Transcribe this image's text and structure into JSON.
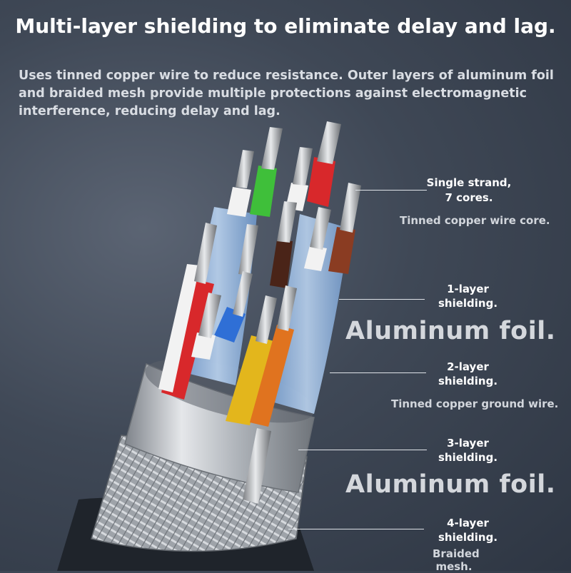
{
  "title": "Multi-layer shielding to eliminate delay and lag.",
  "description": "Uses tinned copper wire to reduce resistance. Outer layers of aluminum foil and braided mesh provide multiple protections against electromagnetic interference, reducing delay and lag.",
  "callouts": {
    "core": {
      "label_line1": "Single strand,",
      "label_line2": "7 cores.",
      "detail": "Tinned copper wire core."
    },
    "layer1": {
      "label_line1": "1-layer",
      "label_line2": "shielding.",
      "material": "Aluminum foil."
    },
    "layer2": {
      "label_line1": "2-layer",
      "label_line2": "shielding.",
      "detail": "Tinned copper ground wire."
    },
    "layer3": {
      "label_line1": "3-layer",
      "label_line2": "shielding.",
      "material": "Aluminum foil."
    },
    "layer4": {
      "label_line1": "4-layer",
      "label_line2": "shielding.",
      "detail_line1": "Braided",
      "detail_line2": "mesh."
    }
  },
  "colors": {
    "background": "#3f4856",
    "wire_red": "#d8282b",
    "wire_green": "#3fbf3a",
    "wire_blue": "#2f6fd6",
    "wire_yellow": "#e3b61c",
    "wire_orange": "#e0731f",
    "wire_brown": "#7a3520",
    "wire_white": "#f2f2f2",
    "foil_blue": "#8fb4e0",
    "aluminum": "#c9cdd2"
  }
}
